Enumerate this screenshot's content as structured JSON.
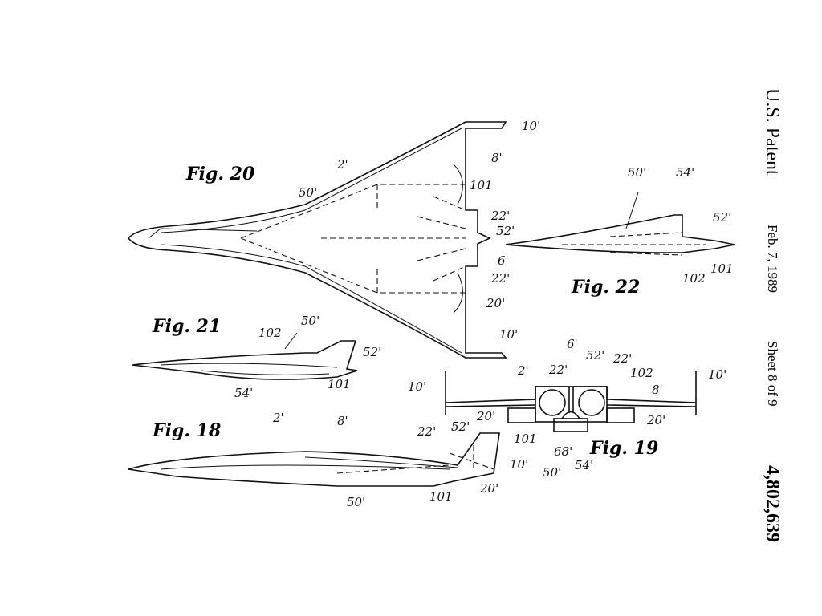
{
  "header": {
    "title": "U.S. Patent",
    "date": "Feb. 7, 1989",
    "sheet": "Sheet 8 of 9",
    "number": "4,802,639"
  },
  "figures": {
    "fig20": {
      "title": "Fig. 20",
      "labels": [
        "2'",
        "8'",
        "10'",
        "50'",
        "101",
        "22'",
        "52'",
        "6'",
        "22'",
        "20'",
        "10'"
      ]
    },
    "fig22": {
      "title": "Fig. 22",
      "labels": [
        "50'",
        "54'",
        "52'",
        "101",
        "102"
      ]
    },
    "fig21": {
      "title": "Fig. 21",
      "labels": [
        "50'",
        "102",
        "52'",
        "54'",
        "101"
      ]
    },
    "fig18": {
      "title": "Fig. 18",
      "labels": [
        "2'",
        "8'",
        "22'",
        "52'",
        "10'",
        "20'",
        "50'",
        "101"
      ]
    },
    "fig19": {
      "title": "Fig. 19",
      "labels": [
        "10'",
        "2'",
        "22'",
        "6'",
        "52'",
        "22'",
        "102",
        "8'",
        "10'",
        "20'",
        "20'",
        "101",
        "68'",
        "50'",
        "54'"
      ]
    }
  }
}
